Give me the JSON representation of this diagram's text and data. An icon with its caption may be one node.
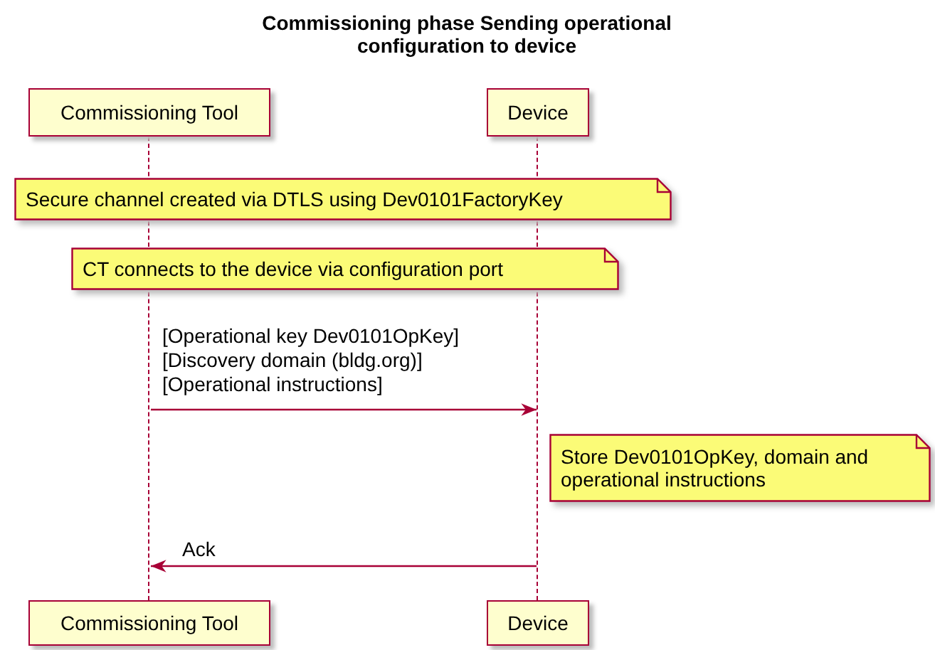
{
  "diagram": {
    "title": "Commissioning phase Sending operational configuration to device",
    "nodes": [
      {
        "text": [
          "Commissioning Tool"
        ]
      },
      {
        "text": [
          "Device"
        ]
      },
      {
        "text": [],
        "shape": "line"
      },
      {
        "text": [],
        "shape": "line"
      },
      {
        "text": [
          "Secure channel created via DTLS using Dev0101FactoryKey"
        ]
      },
      {
        "text": [
          "CT connects to the device via configuration port"
        ]
      },
      {
        "text": [
          "Store Dev0101OpKey, domain and operational instructions"
        ]
      },
      {
        "text": [
          "Commissioning Tool"
        ]
      },
      {
        "text": [
          "Device"
        ]
      }
    ],
    "edges": [
      {
        "from": 2,
        "to": 3,
        "arrow": "to",
        "label": "[Operational key Dev0101OpKey] [Discovery domain (bldg.org)] [Operational instructions]"
      },
      {
        "from": 3,
        "to": 2,
        "arrow": "to",
        "label": "Ack"
      }
    ]
  }
}
